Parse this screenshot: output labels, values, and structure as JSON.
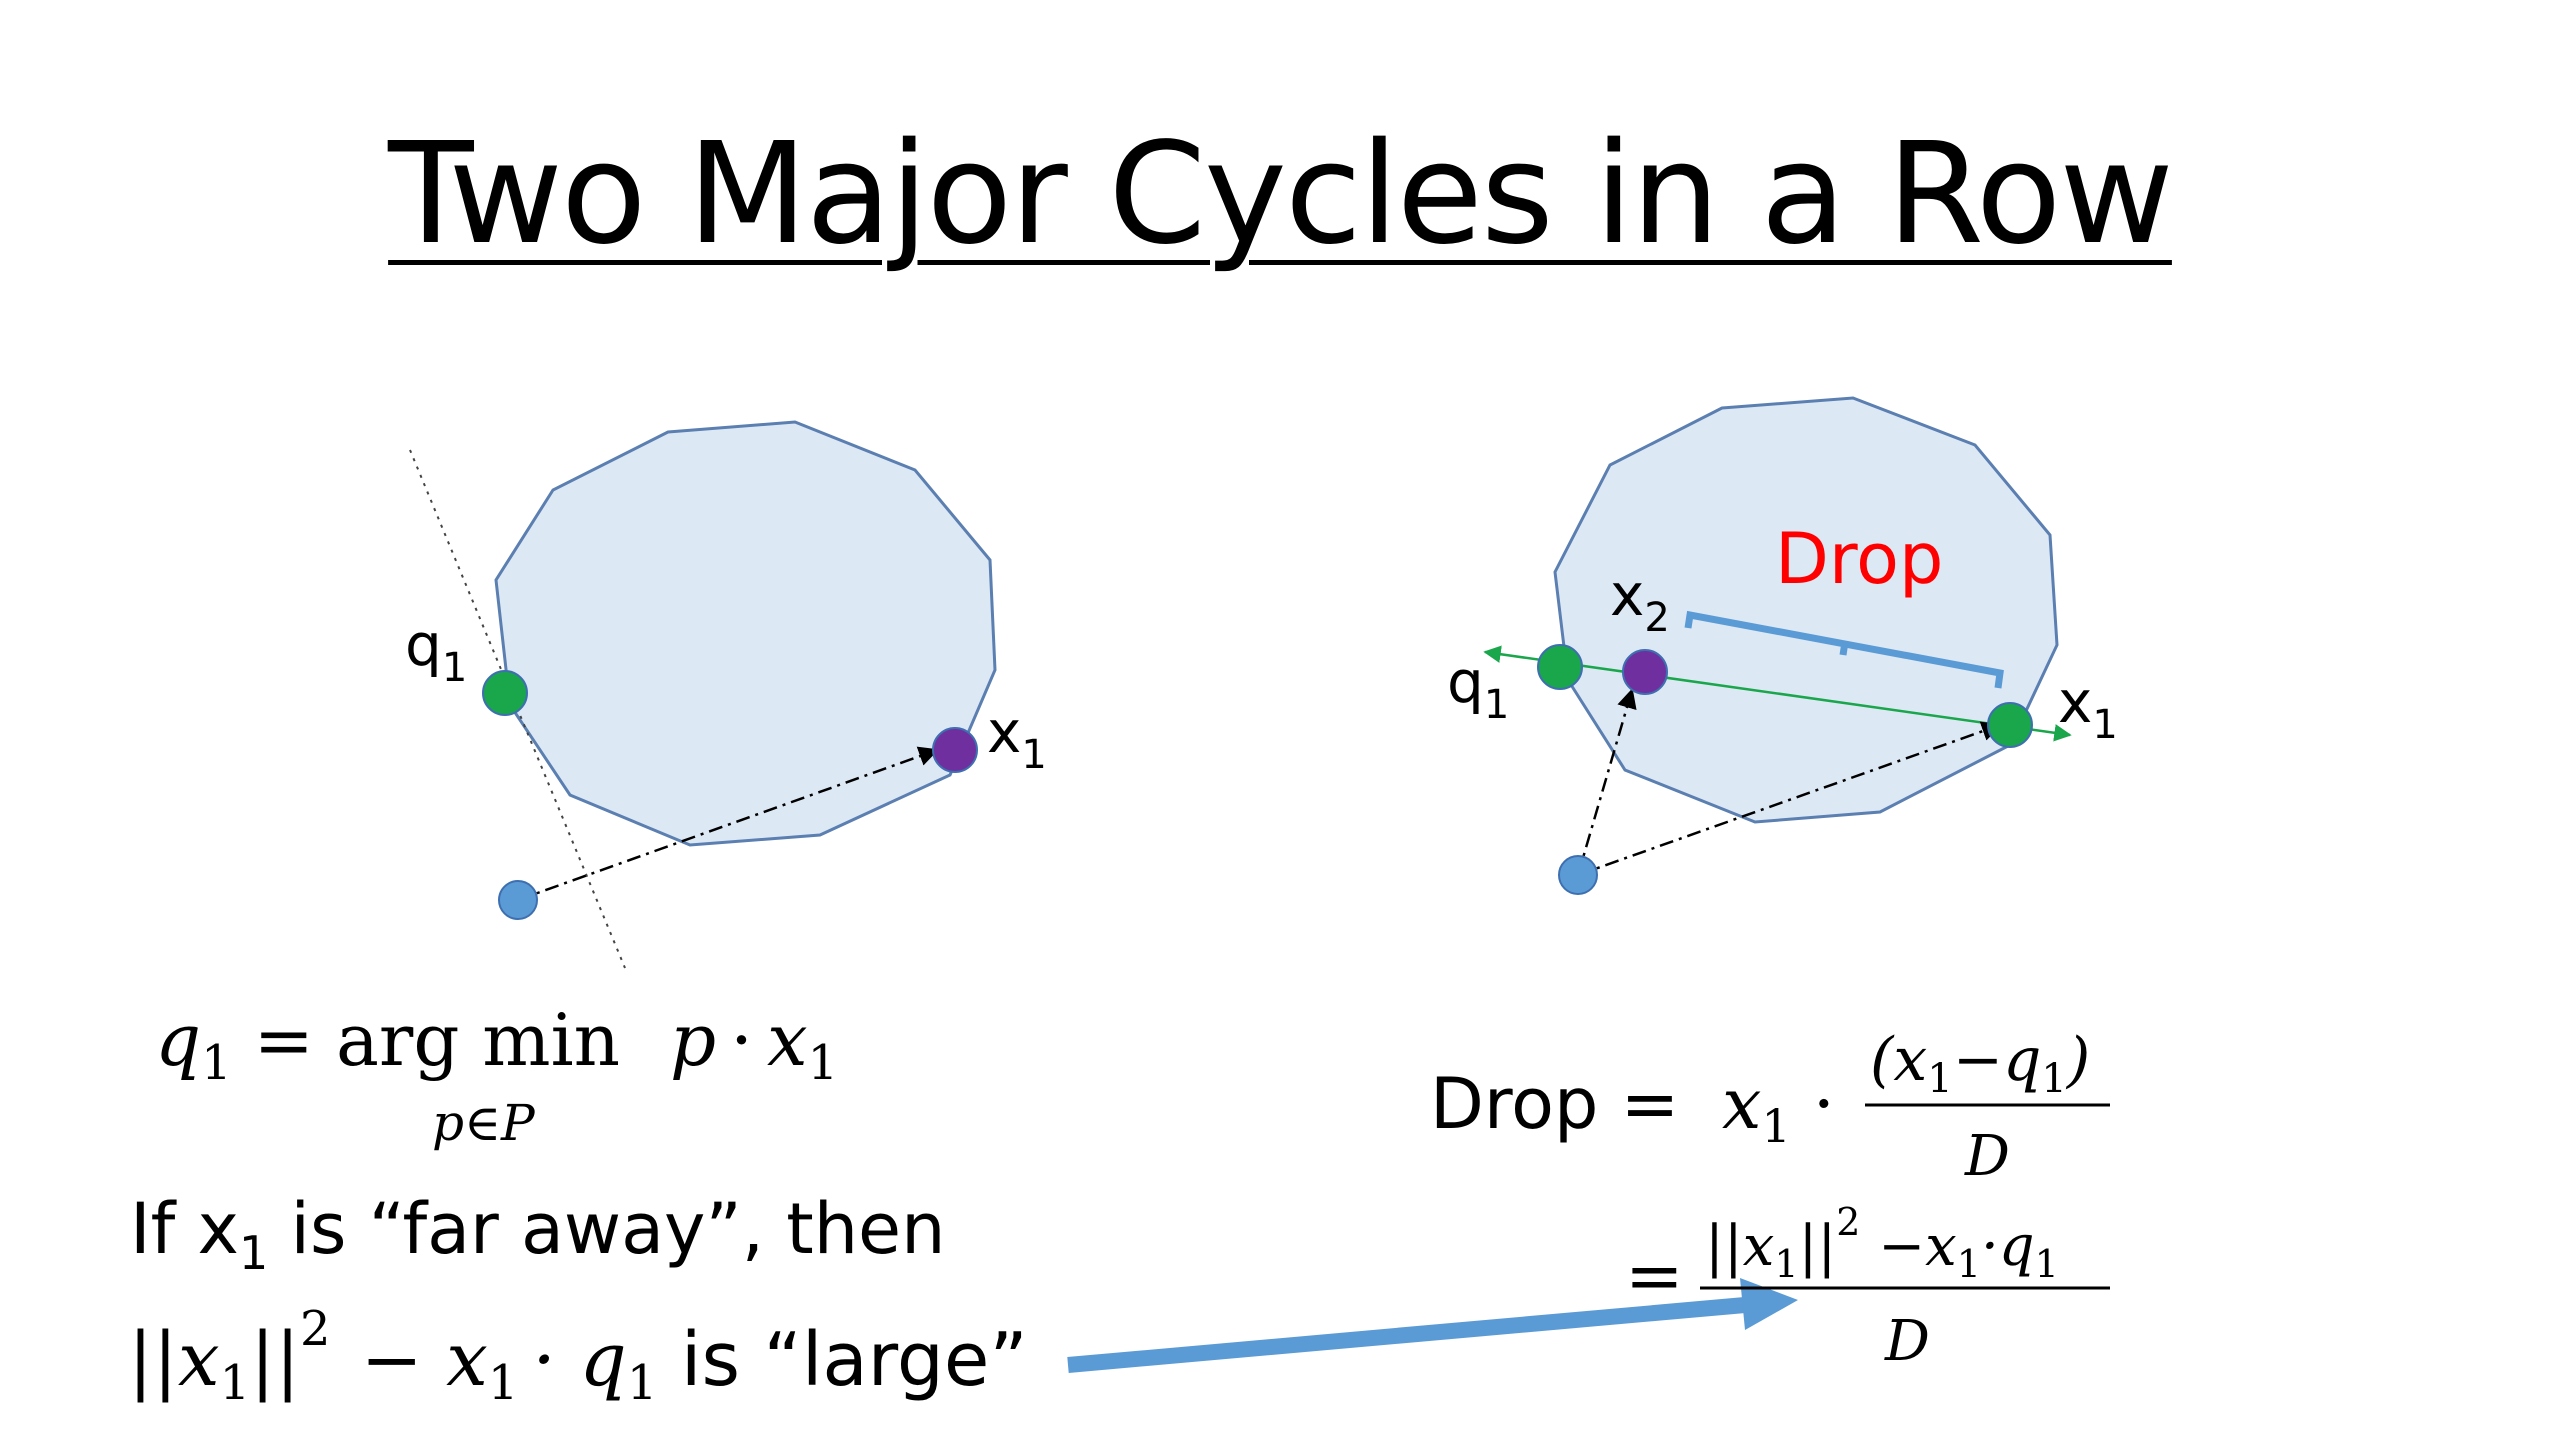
{
  "title": "Two Major Cycles in a Row",
  "left_diagram": {
    "q_label": "q",
    "q_sub": "1",
    "x_label": "x",
    "x_sub": "1"
  },
  "right_diagram": {
    "drop_label": "Drop",
    "x2_label": "x",
    "x2_sub": "2",
    "q_label": "q",
    "q_sub": "1",
    "x_label": "x",
    "x_sub": "1"
  },
  "formulas": {
    "q1_lhs": "q",
    "q1_lhs_sub": "1",
    "equals": "=",
    "argmin": "arg min",
    "argmin_under": "p∈P",
    "q1_rhs_p": "p",
    "dot": "·",
    "q1_rhs_x": "x",
    "q1_rhs_x_sub": "1",
    "if_line_start": "If x",
    "if_line_sub": "1",
    "if_line_end": " is “far away”, then",
    "norm_x": "||x",
    "norm_x_sub": "1",
    "norm_close": "||",
    "norm_sup": "2",
    "minus_x": "− x",
    "minus_x_sub": "1",
    "dot_q": "· q",
    "dot_q_sub": "1",
    "is_large": " is “large”",
    "drop_eq_label": "Drop = ",
    "drop_x": "x",
    "drop_x_sub": "1",
    "drop_dot": "·",
    "drop_num": "(x",
    "drop_num_sub1": "1",
    "drop_num_mid": "−q",
    "drop_num_sub2": "1",
    "drop_num_close": ")",
    "drop_den": "D",
    "eq2": "=",
    "eq2_num_a": "||x",
    "eq2_num_a_sub": "1",
    "eq2_num_b": "||",
    "eq2_num_sup": "2",
    "eq2_num_c": " −x",
    "eq2_num_c_sub": "1",
    "eq2_num_d": "·q",
    "eq2_num_d_sub": "1",
    "eq2_den": "D"
  },
  "colors": {
    "polygon_fill": "#dde8f5",
    "polygon_stroke": "#5b7fb0",
    "green_point": "#1aa64b",
    "purple_point": "#6f2f9e",
    "blue_point": "#5b9bd5",
    "drop_text": "#ff0000",
    "arrow_blue": "#5b9bd5",
    "green_line": "#1aa64b"
  }
}
